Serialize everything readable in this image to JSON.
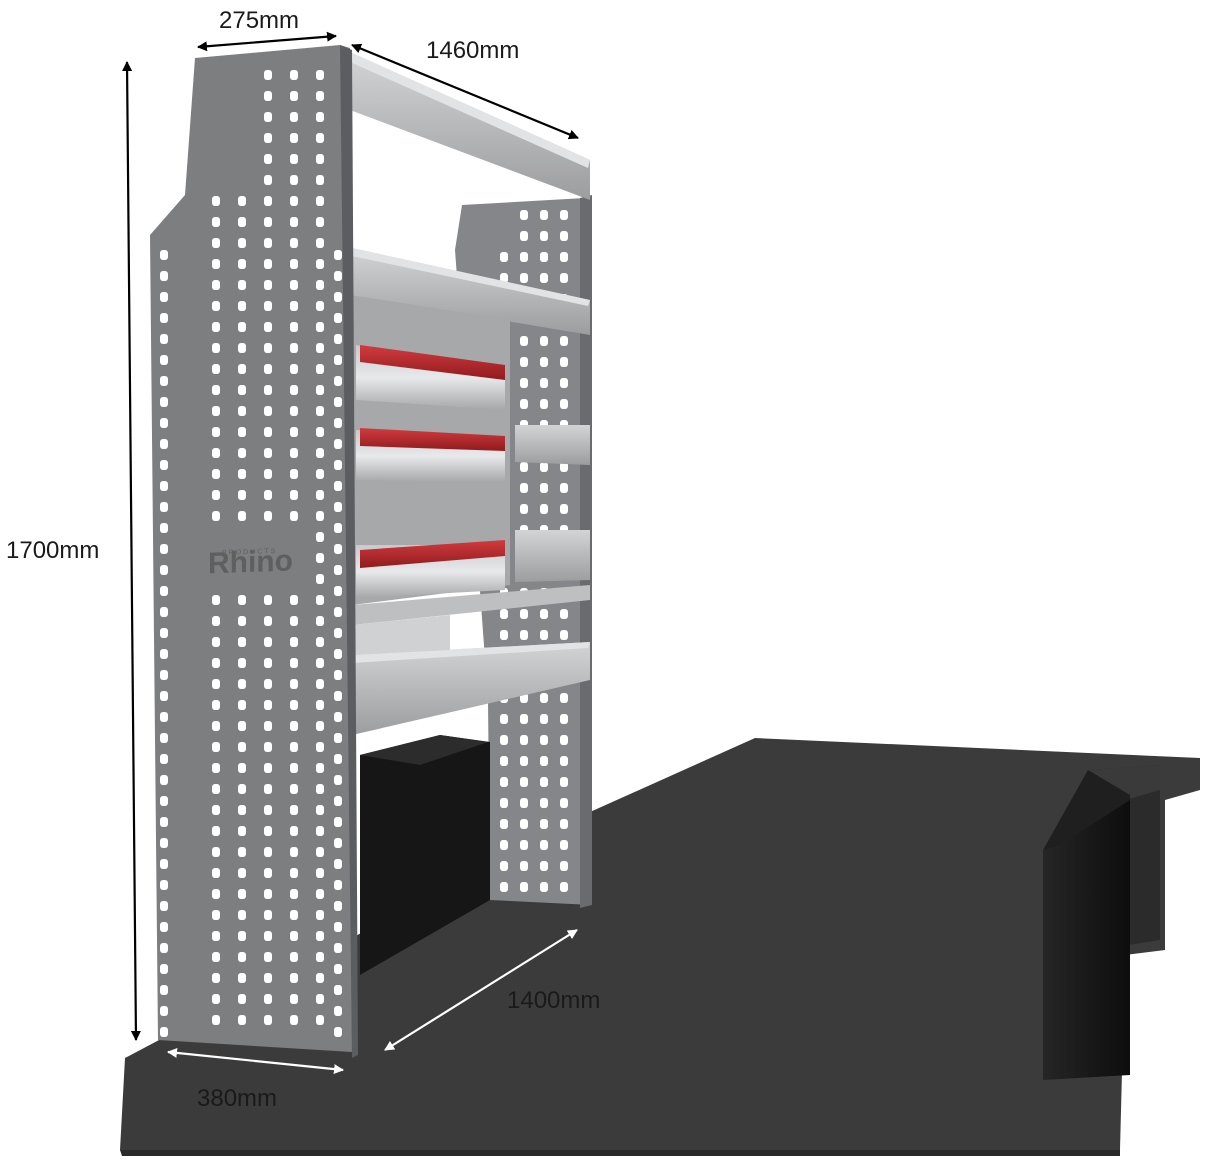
{
  "dimensions": {
    "top_depth": "275mm",
    "top_width": "1460mm",
    "height": "1700mm",
    "floor_length": "1400mm",
    "base_depth": "380mm"
  },
  "branding": {
    "logo_small": "PRODUCTS",
    "logo_main": "Rhino"
  },
  "colors": {
    "panel": "#7d7e80",
    "shelf": "#b8b9bb",
    "floor": "#3d3d3d",
    "drawer_handle": "#b3262a",
    "wheel_arch": "#151515"
  }
}
